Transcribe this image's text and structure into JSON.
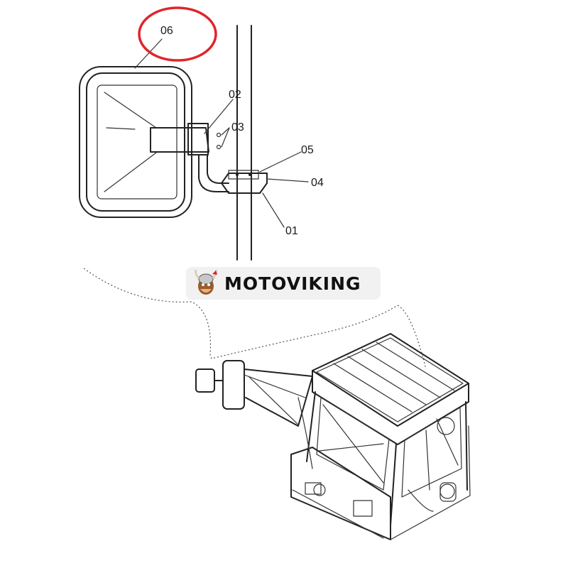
{
  "callouts": {
    "c06": "06",
    "c02": "02",
    "c03": "03",
    "c05": "05",
    "c04": "04",
    "c01": "01"
  },
  "highlight_color": "#e0242b",
  "brand": {
    "name": "MOTOVIKING",
    "logo_icon": "viking-mascot-icon"
  }
}
